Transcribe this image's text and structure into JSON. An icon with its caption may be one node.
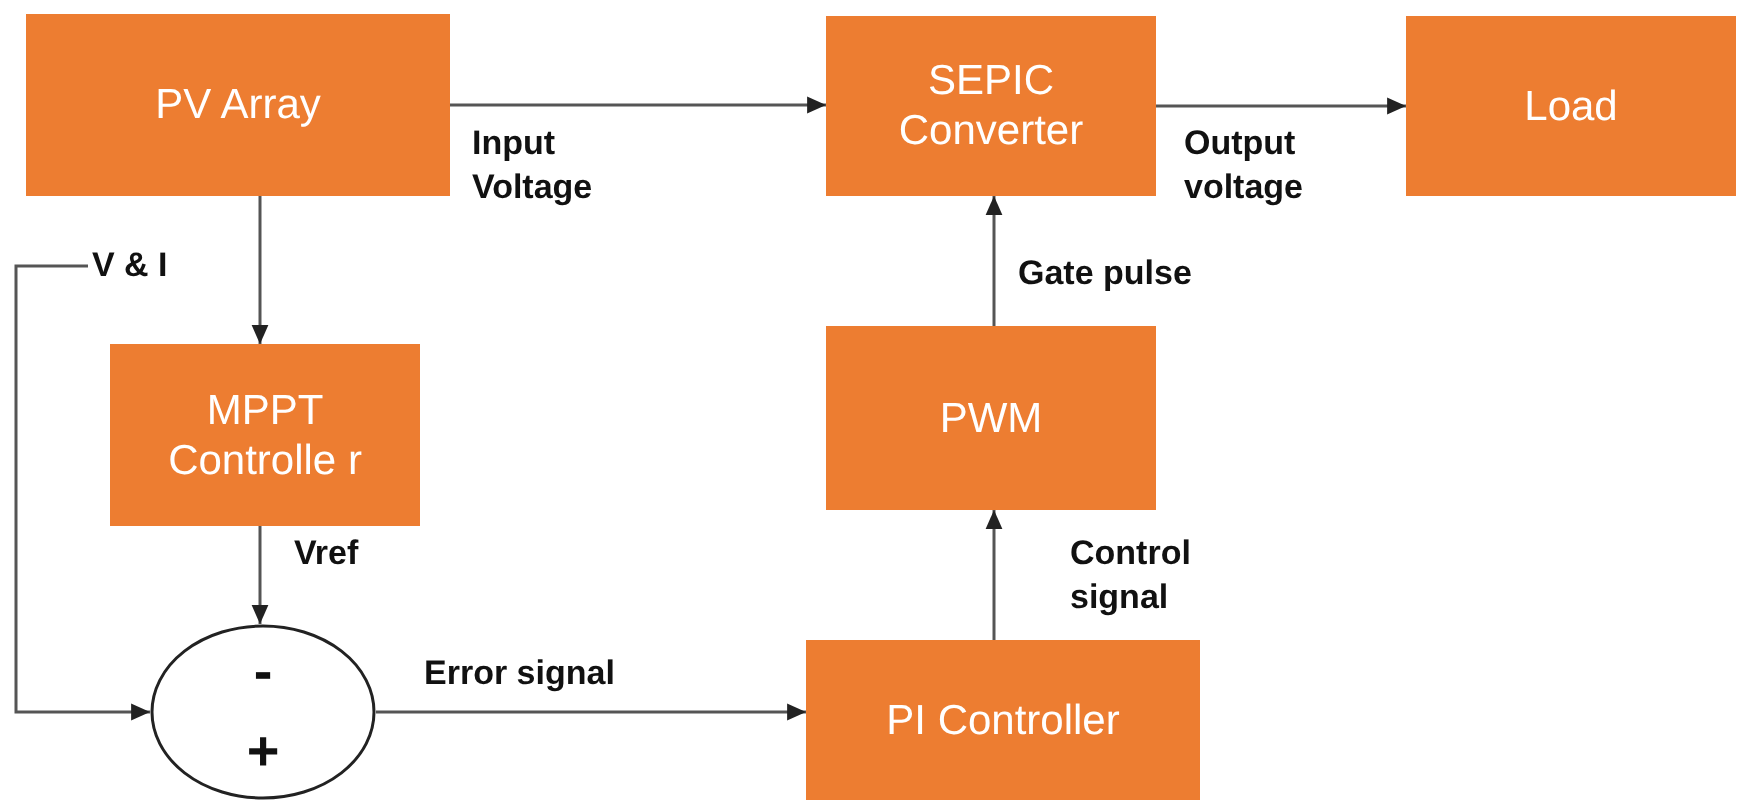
{
  "diagram": {
    "nodes": [
      {
        "text": [
          "PV Array"
        ]
      },
      {
        "text": [
          "SEPIC Converter"
        ]
      },
      {
        "text": [
          "Load"
        ]
      },
      {
        "text": [
          "V & I"
        ]
      },
      {
        "text": [
          "MPPT Controlle r"
        ]
      },
      {
        "text": [
          "PWM"
        ]
      },
      {
        "text": [
          "-",
          "+"
        ]
      },
      {
        "text": [
          "PI Controller"
        ]
      }
    ],
    "edges": [
      {
        "from": 0,
        "to": 1,
        "arrow": "to",
        "label": "Input Voltage"
      },
      {
        "from": 1,
        "to": 2,
        "arrow": "to",
        "label": "Output voltage"
      },
      {
        "from": 0,
        "to": 4,
        "arrow": "to"
      },
      {
        "from": 3,
        "to": 6,
        "arrow": "to"
      },
      {
        "from": 4,
        "to": 6,
        "arrow": "to",
        "label": "Vref"
      },
      {
        "from": 6,
        "to": 7,
        "arrow": "to",
        "label": "Error signal"
      },
      {
        "from": 7,
        "to": 5,
        "arrow": "to",
        "label": "Control signal"
      },
      {
        "from": 5,
        "to": 1,
        "arrow": "to",
        "label": "Gate pulse"
      }
    ]
  }
}
